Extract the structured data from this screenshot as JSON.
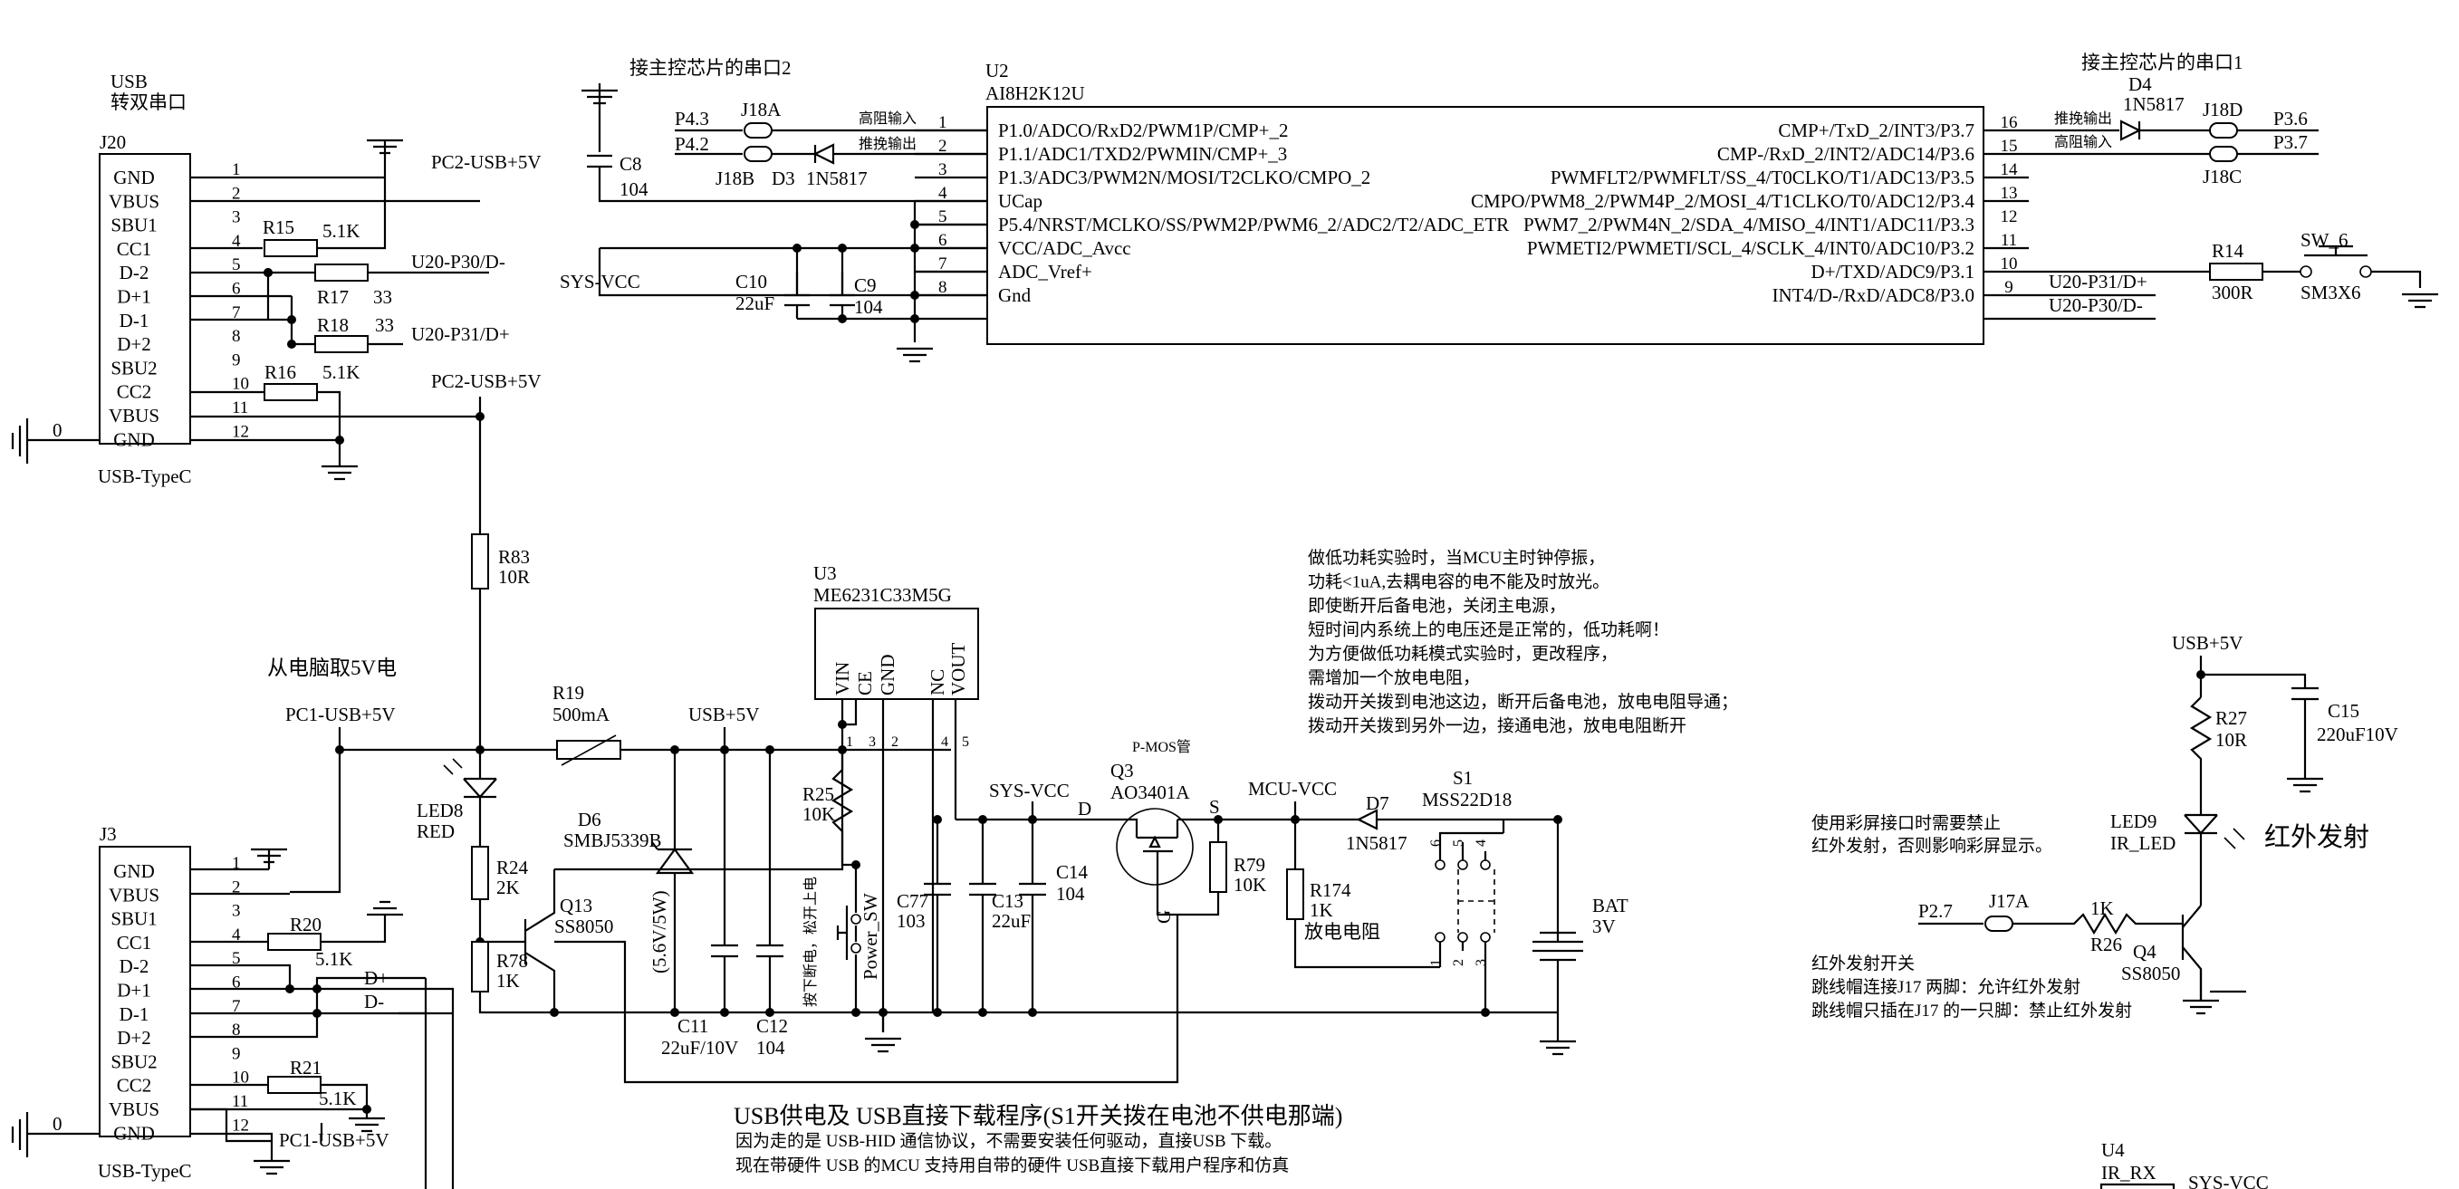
{
  "usb_top": {
    "caption": [
      "USB",
      "转双串口"
    ],
    "ref": "J20",
    "pins": [
      "GND",
      "VBUS",
      "SBU1",
      "CC1",
      "D-2",
      "D+1",
      "D-1",
      "D+2",
      "SBU2",
      "CC2",
      "VBUS",
      "GND"
    ],
    "pin_numbers": [
      "1",
      "2",
      "3",
      "4",
      "5",
      "6",
      "7",
      "8",
      "9",
      "10",
      "11",
      "12"
    ],
    "footer": "USB-TypeC",
    "shield": "0"
  },
  "usb_bottom": {
    "ref": "J3",
    "pins": [
      "GND",
      "VBUS",
      "SBU1",
      "CC1",
      "D-2",
      "D+1",
      "D-1",
      "D+2",
      "SBU2",
      "CC2",
      "VBUS",
      "GND"
    ],
    "pin_numbers": [
      "1",
      "2",
      "3",
      "4",
      "5",
      "6",
      "7",
      "8",
      "9",
      "10",
      "11",
      "12"
    ],
    "footer": "USB-TypeC",
    "shield": "0"
  },
  "nets": {
    "pc2_5v": "PC2-USB+5V",
    "pc1_5v": "PC1-USB+5V",
    "u20_p30": "U20-P30/D-",
    "u20_p31": "U20-P31/D+",
    "sys_vcc": "SYS-VCC",
    "usb_5v": "USB+5V",
    "mcu_vcc": "MCU-VCC",
    "dplus": "D+",
    "dminus": "D-",
    "p43": "P4.3",
    "p42": "P4.2",
    "p36": "P3.6",
    "p37": "P3.7",
    "p27": "P2.7",
    "net_s": "S",
    "net_d": "D",
    "net_g": "G"
  },
  "res": {
    "r15": [
      "R15",
      "5.1K"
    ],
    "r16": [
      "R16",
      "5.1K"
    ],
    "r17": [
      "R17",
      "33"
    ],
    "r18": [
      "R18",
      "33"
    ],
    "r83": [
      "R83",
      "10R"
    ],
    "r19": [
      "R19",
      "500mA"
    ],
    "r24": [
      "R24",
      "2K"
    ],
    "r78": [
      "R78",
      "1K"
    ],
    "r25": [
      "R25",
      "10K"
    ],
    "r20": [
      "R20",
      "5.1K"
    ],
    "r21": [
      "R21",
      "5.1K"
    ],
    "r79": [
      "R79",
      "10K"
    ],
    "r174": [
      "R174",
      "1K",
      "放电电阻"
    ],
    "r14": [
      "R14",
      "300R"
    ],
    "r27": [
      "R27",
      "10R"
    ],
    "r26": [
      "R26",
      "1K"
    ]
  },
  "caps": {
    "c8": [
      "C8",
      "104"
    ],
    "c10": [
      "C10",
      "22uF"
    ],
    "c9": [
      "C9",
      "104"
    ],
    "c11": [
      "C11",
      "22uF/10V"
    ],
    "c12": [
      "C12",
      "104"
    ],
    "c77": [
      "C77",
      "103"
    ],
    "c13": [
      "C13",
      "22uF"
    ],
    "c14": [
      "C14",
      "104"
    ],
    "c15": [
      "C15",
      "220uF10V"
    ]
  },
  "mcu": {
    "ref": "U2",
    "part": "AI8H2K12U",
    "left_pins": [
      {
        "num": "1",
        "name": "P1.0/ADCO/RxD2/PWM1P/CMP+_2"
      },
      {
        "num": "2",
        "name": "P1.1/ADC1/TXD2/PWMIN/CMP+_3"
      },
      {
        "num": "3",
        "name": "P1.3/ADC3/PWM2N/MOSI/T2CLKO/CMPO_2"
      },
      {
        "num": "4",
        "name": "UCap"
      },
      {
        "num": "5",
        "name": "P5.4/NRST/MCLKO/SS/PWM2P/PWM6_2/ADC2/T2/ADC_ETR"
      },
      {
        "num": "6",
        "name": "VCC/ADC_Avcc"
      },
      {
        "num": "7",
        "name": "ADC_Vref+"
      },
      {
        "num": "8",
        "name": "Gnd"
      }
    ],
    "right_pins": [
      {
        "num": "16",
        "name": "CMP+/TxD_2/INT3/P3.7"
      },
      {
        "num": "15",
        "name": "CMP-/RxD_2/INT2/ADC14/P3.6"
      },
      {
        "num": "14",
        "name": "PWMFLT2/PWMFLT/SS_4/T0CLKO/T1/ADC13/P3.5"
      },
      {
        "num": "13",
        "name": "CMPO/PWM8_2/PWM4P_2/MOSI_4/T1CLKO/T0/ADC12/P3.4"
      },
      {
        "num": "12",
        "name": "PWM7_2/PWM4N_2/SDA_4/MISO_4/INT1/ADC11/P3.3"
      },
      {
        "num": "11",
        "name": "PWMETI2/PWMETI/SCL_4/SCLK_4/INT0/ADC10/P3.2"
      },
      {
        "num": "10",
        "name": "D+/TXD/ADC9/P3.1"
      },
      {
        "num": "9",
        "name": "INT4/D-/RxD/ADC8/P3.0"
      }
    ]
  },
  "left_uart": {
    "title": "接主控芯片的串口2",
    "j18a": "J18A",
    "j18b": "J18B",
    "d3": "D3",
    "d3_part": "1N5817",
    "hi_z": "高阻输入",
    "push_pull": "推挽输出"
  },
  "right_uart": {
    "title": "接主控芯片的串口1",
    "d4": "D4",
    "d4_part": "1N5817",
    "j18d": "J18D",
    "j18c": "J18C",
    "push_pull": "推挽输出",
    "hi_z": "高阻输入"
  },
  "sw6": {
    "ref": "SW_6",
    "part": "SM3X6"
  },
  "ldo": {
    "ref": "U3",
    "part": "ME6231C33M5G",
    "pins": [
      "VIN",
      "CE",
      "GND",
      "NC",
      "VOUT"
    ],
    "pin_numbers": [
      "1",
      "3",
      "2",
      "4",
      "5"
    ]
  },
  "power": {
    "note": "从电脑取5V电",
    "led8": [
      "LED8",
      "RED"
    ],
    "q13": [
      "Q13",
      "SS8050"
    ],
    "d6": [
      "D6",
      "SMBJ5339B",
      "(5.6V/5W)"
    ],
    "sw_label": "Power_SW",
    "sw_note": "按下断电，松开上电",
    "pmos_note": "P-MOS管",
    "q3": [
      "Q3",
      "AO3401A"
    ],
    "d7": [
      "D7",
      "1N5817"
    ],
    "s1": [
      "S1",
      "MSS22D18"
    ],
    "s1_pins": [
      "6",
      "5",
      "4",
      "3",
      "2",
      "1"
    ],
    "bat": [
      "BAT",
      "3V"
    ]
  },
  "lowpower_note": [
    "做低功耗实验时，当MCU主时钟停振，",
    "功耗<1uA,去耦电容的电不能及时放光。",
    "即使断开后备电池，关闭主电源，",
    "短时间内系统上的电压还是正常的，低功耗啊！",
    "为方便做低功耗模式实验时，更改程序，",
    "需增加一个放电电阻，",
    "拨动开关拨到电池这边，断开后备电池，放电电阻导通；",
    "拨动开关拨到另外一边，接通电池，放电电阻断开"
  ],
  "ir": {
    "title": "红外发射",
    "led9": [
      "LED9",
      "IR_LED"
    ],
    "q4": [
      "Q4",
      "SS8050"
    ],
    "j17a": "J17A",
    "screen_note": [
      "使用彩屏接口时需要禁止",
      "红外发射，否则影响彩屏显示。"
    ],
    "switch_note": [
      "红外发射开关",
      "跳线帽连接J17 两脚：允许红外发射",
      "跳线帽只插在J17 的一只脚：禁止红外发射"
    ]
  },
  "bottom_note": {
    "title": "USB供电及 USB直接下载程序(S1开关拨在电池不供电那端)",
    "lines": [
      "因为走的是 USB-HID 通信协议，不需要安装任何驱动，直接USB 下载。",
      "现在带硬件 USB 的MCU 支持用自带的硬件 USB直接下载用户程序和仿真"
    ]
  },
  "u4": {
    "ref": "U4",
    "part": "IR_RX"
  }
}
